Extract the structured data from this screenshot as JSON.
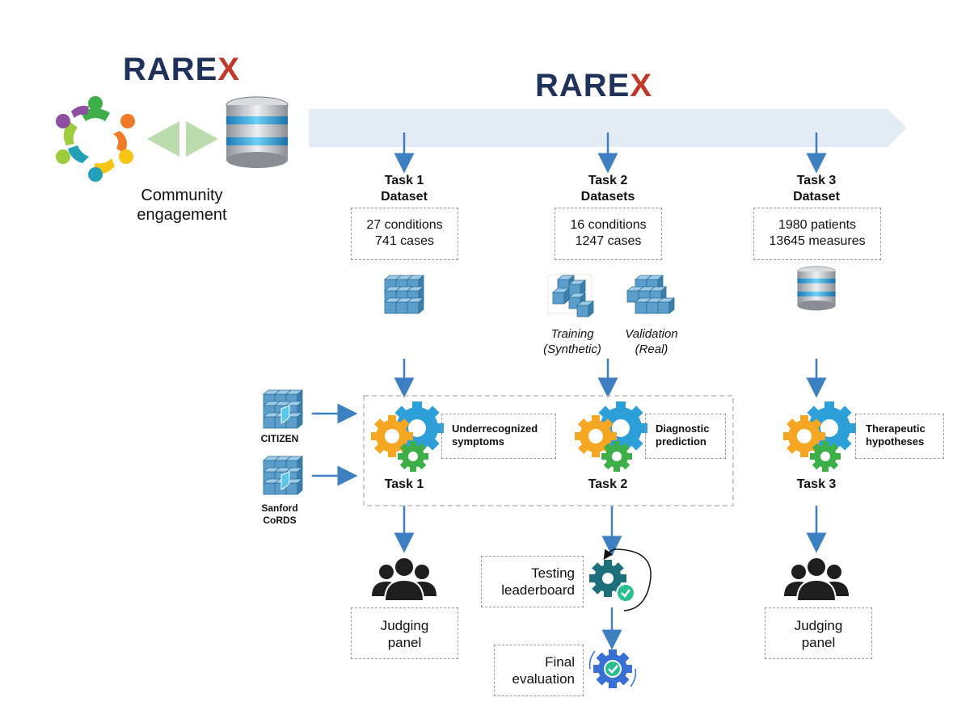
{
  "logos": {
    "left": {
      "text": "RARE",
      "x_letter": "X"
    },
    "top": {
      "text": "RARE",
      "x_letter": "X"
    }
  },
  "community": {
    "line1": "Community",
    "line2": "engagement"
  },
  "tasks": [
    {
      "title_line1": "Task 1",
      "title_line2": "Dataset",
      "stat_line1": "27 conditions",
      "stat_line2": "741 cases",
      "gear_label_line1": "Underrecognized",
      "gear_label_line2": "symptoms",
      "task_label": "Task 1",
      "output_line1": "Judging",
      "output_line2": "panel"
    },
    {
      "title_line1": "Task 2",
      "title_line2": "Datasets",
      "stat_line1": "16 conditions",
      "stat_line2": "1247 cases",
      "gear_label_line1": "Diagnostic",
      "gear_label_line2": "prediction",
      "task_label": "Task 2",
      "training_line1": "Training",
      "training_line2": "(Synthetic)",
      "validation_line1": "Validation",
      "validation_line2": "(Real)",
      "testing_line1": "Testing",
      "testing_line2": "leaderboard",
      "final_line1": "Final",
      "final_line2": "evaluation"
    },
    {
      "title_line1": "Task 3",
      "title_line2": "Dataset",
      "stat_line1": "1980 patients",
      "stat_line2": "13645 measures",
      "gear_label_line1": "Therapeutic",
      "gear_label_line2": "hypotheses",
      "task_label": "Task 3",
      "output_line1": "Judging",
      "output_line2": "panel"
    }
  ],
  "sources": [
    {
      "line1": "CITIZEN",
      "line2": ""
    },
    {
      "line1": "Sanford",
      "line2": "CoRDS"
    }
  ],
  "colors": {
    "arrow": "#3d7fc1",
    "band": "#e3ebf5",
    "gear_blue": "#2d9fd9",
    "gear_orange": "#f5a623",
    "gear_green": "#3eae49",
    "cube": "#5b9ec9",
    "exchange": "#bcdcae",
    "people": "#1e1e1e",
    "teal_gear": "#1e6f7c",
    "check": "#2bbf8f"
  }
}
